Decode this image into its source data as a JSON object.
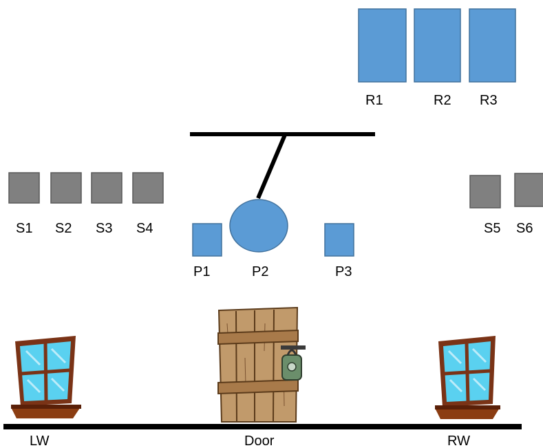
{
  "colors": {
    "blue": "#5b9bd5",
    "blue_stroke": "#41719c",
    "gray": "#808080",
    "gray_stroke": "#595959",
    "floor": "#000000",
    "wood": "#c19a6b",
    "wood_dark": "#5a3a1a",
    "glass": "#5ad1f0",
    "frame": "#7a3316",
    "sill": "#8b3d12",
    "lock": "#6b8e6b"
  },
  "labels": {
    "r1": "R1",
    "r2": "R2",
    "r3": "R3",
    "s1": "S1",
    "s2": "S2",
    "s3": "S3",
    "s4": "S4",
    "s5": "S5",
    "s6": "S6",
    "p1": "P1",
    "p2": "P2",
    "p3": "P3",
    "lw": "LW",
    "door": "Door",
    "rw": "RW"
  },
  "icons": {
    "left_window": "window-icon",
    "door": "wooden-door-icon",
    "lock": "padlock-icon",
    "right_window": "window-icon"
  }
}
